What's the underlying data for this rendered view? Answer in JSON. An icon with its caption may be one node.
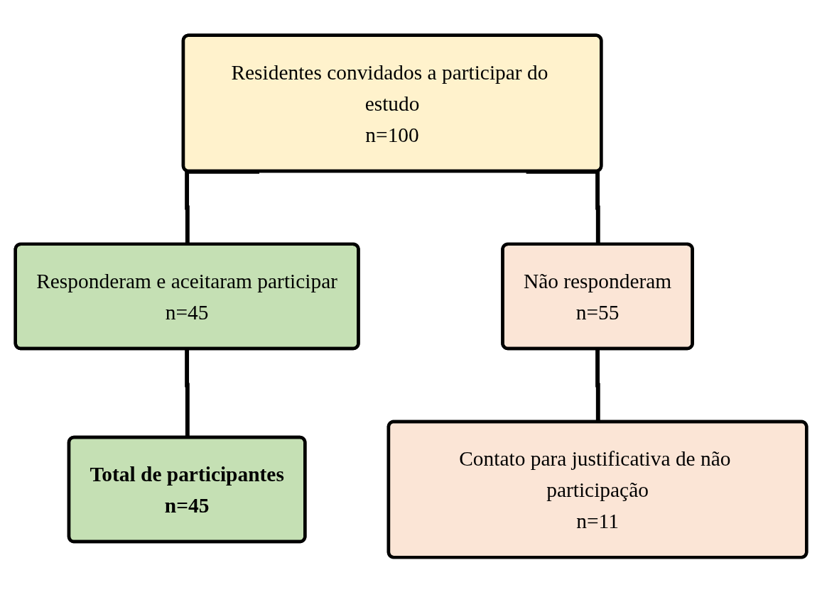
{
  "diagram": {
    "nodes": [
      {
        "text": [
          "Residentes convidados a participar do estudo",
          "n=100"
        ]
      },
      {
        "text": [
          "Responderam e aceitaram participar",
          "n=45"
        ]
      },
      {
        "text": [
          "Não responderam",
          "n=55"
        ]
      },
      {
        "text": [
          "Contato para justificativa de não participação",
          "n=11"
        ]
      },
      {
        "text": [
          "Total de participantes",
          "n=45"
        ]
      }
    ],
    "edges": [
      {
        "from": 0,
        "to": 1,
        "arrow": "none"
      },
      {
        "from": 0,
        "to": 2,
        "arrow": "none"
      },
      {
        "from": 2,
        "to": 3,
        "arrow": "none"
      },
      {
        "from": 1,
        "to": 4,
        "arrow": "none"
      }
    ]
  }
}
